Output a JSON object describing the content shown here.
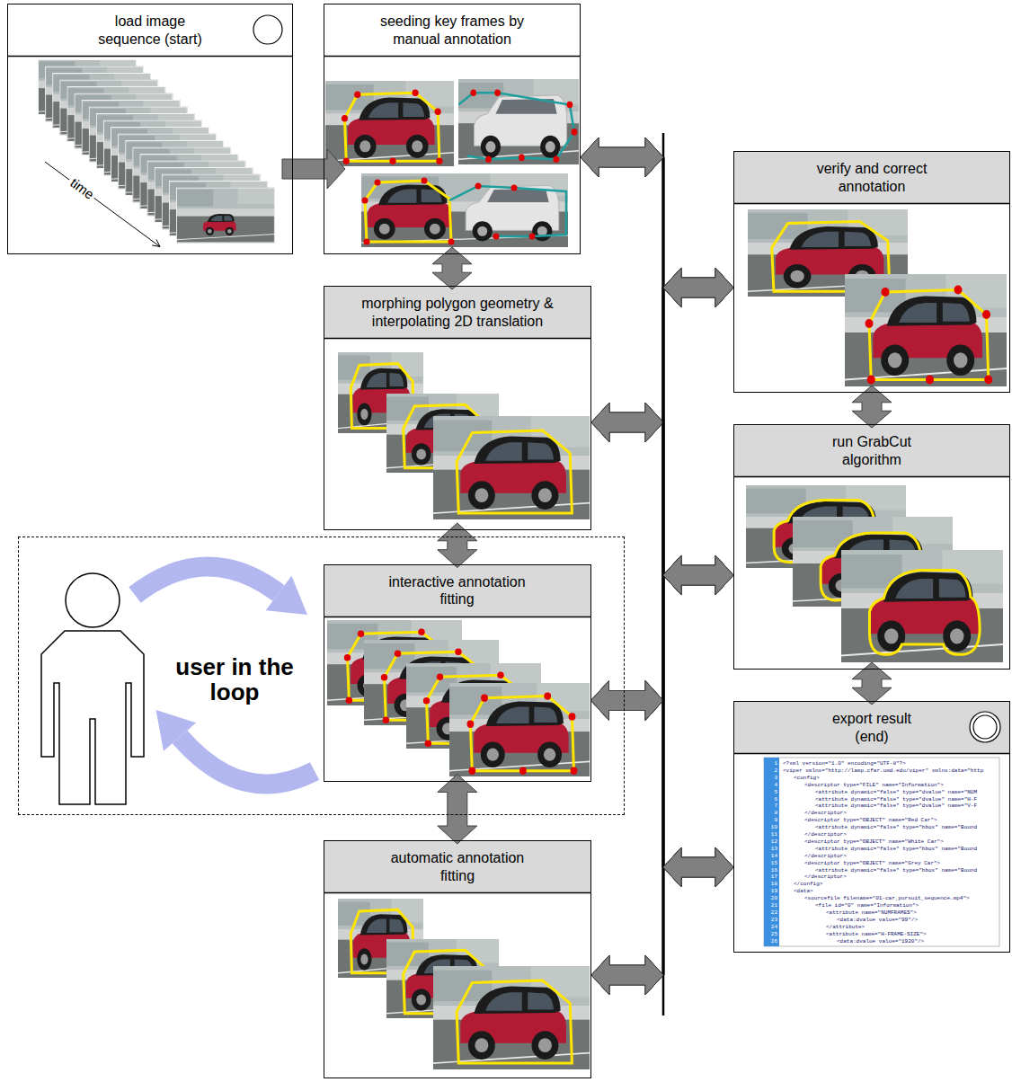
{
  "diagram": {
    "nodes": [
      {
        "text": [
          "load image sequence (start)"
        ]
      },
      {
        "text": [
          "seeding key frames by manual annotation"
        ]
      },
      {
        "text": [
          "morphing polygon geometry & interpolating 2D translation"
        ]
      },
      {
        "text": [
          "user in the loop"
        ]
      },
      {
        "text": [
          "interactive annotation fitting"
        ],
        "in": 3
      },
      {
        "text": [
          "automatic annotation fitting"
        ]
      },
      {
        "text": [
          "verify and correct annotation"
        ]
      },
      {
        "text": [
          "run GrabCut algorithm"
        ]
      },
      {
        "text": [
          "export result (end)"
        ]
      }
    ],
    "edges": [
      {
        "from": 0,
        "to": 1,
        "arrow": "to"
      },
      {
        "from": 1,
        "to": 2,
        "arrow": "both"
      },
      {
        "from": 2,
        "to": 4,
        "arrow": "both"
      },
      {
        "from": 4,
        "to": 5,
        "arrow": "both"
      },
      {
        "from": 6,
        "to": 7,
        "arrow": "both"
      },
      {
        "from": 7,
        "to": 8,
        "arrow": "both"
      },
      {
        "from": 1,
        "to": 6,
        "arrow": "both"
      },
      {
        "from": 1,
        "to": 7,
        "arrow": "both"
      },
      {
        "from": 1,
        "to": 8,
        "arrow": "both"
      },
      {
        "from": 2,
        "to": 6,
        "arrow": "both"
      },
      {
        "from": 2,
        "to": 7,
        "arrow": "both"
      },
      {
        "from": 2,
        "to": 8,
        "arrow": "both"
      },
      {
        "from": 4,
        "to": 6,
        "arrow": "both"
      },
      {
        "from": 4,
        "to": 7,
        "arrow": "both"
      },
      {
        "from": 4,
        "to": 8,
        "arrow": "both"
      },
      {
        "from": 5,
        "to": 6,
        "arrow": "both"
      },
      {
        "from": 5,
        "to": 7,
        "arrow": "both"
      },
      {
        "from": 5,
        "to": 8,
        "arrow": "both"
      }
    ],
    "labels": [
      "time",
      "1",
      "<?xml version=\"1.0\" encoding=\"UTF-8\"?>",
      "2",
      "<viper xmlns=\"http://lamp.cfar.umd.edu/viper\" xmlns:data=\"http",
      "3",
      "<config>",
      "4",
      "<descriptor type=\"FILE\" name=\"Information\">",
      "5",
      "<attribute dynamic=\"false\" type=\"dvalue\" name=\"NUM",
      "6",
      "<attribute dynamic=\"false\" type=\"dvalue\" name=\"H-F",
      "7",
      "<attribute dynamic=\"false\" type=\"dvalue\" name=\"V-F",
      "8",
      "</descriptor>",
      "9",
      "<descriptor type=\"OBJECT\" name=\"Red Car\">",
      "10",
      "<attribute dynamic=\"false\" type=\"bbox\" name=\"Bound",
      "11",
      "</descriptor>",
      "12",
      "<descriptor type=\"OBJECT\" name=\"White Car\">",
      "13",
      "<attribute dynamic=\"false\" type=\"bbox\" name=\"Bound",
      "14",
      "</descriptor>",
      "15",
      "<descriptor type=\"OBJECT\" name=\"Grey Car\">",
      "16",
      "<attribute dynamic=\"false\" type=\"bbox\" name=\"Bound",
      "17",
      "</descriptor>",
      "18",
      "</config>",
      "19",
      "<data>",
      "20",
      "<sourcefile filename=\"01-car_pursuit_sequence.mp4\">",
      "21",
      "<file id=\"0\" name=\"Information\">",
      "22",
      "<attribute name=\"NUMFRAMES\">",
      "23",
      "<data:dvalue value=\"99\"/>",
      "24",
      "</attribute>",
      "25",
      "<attribute name=\"H-FRAME-SIZE\">",
      "26",
      "<data:dvalue value=\"1920\"/>"
    ]
  }
}
